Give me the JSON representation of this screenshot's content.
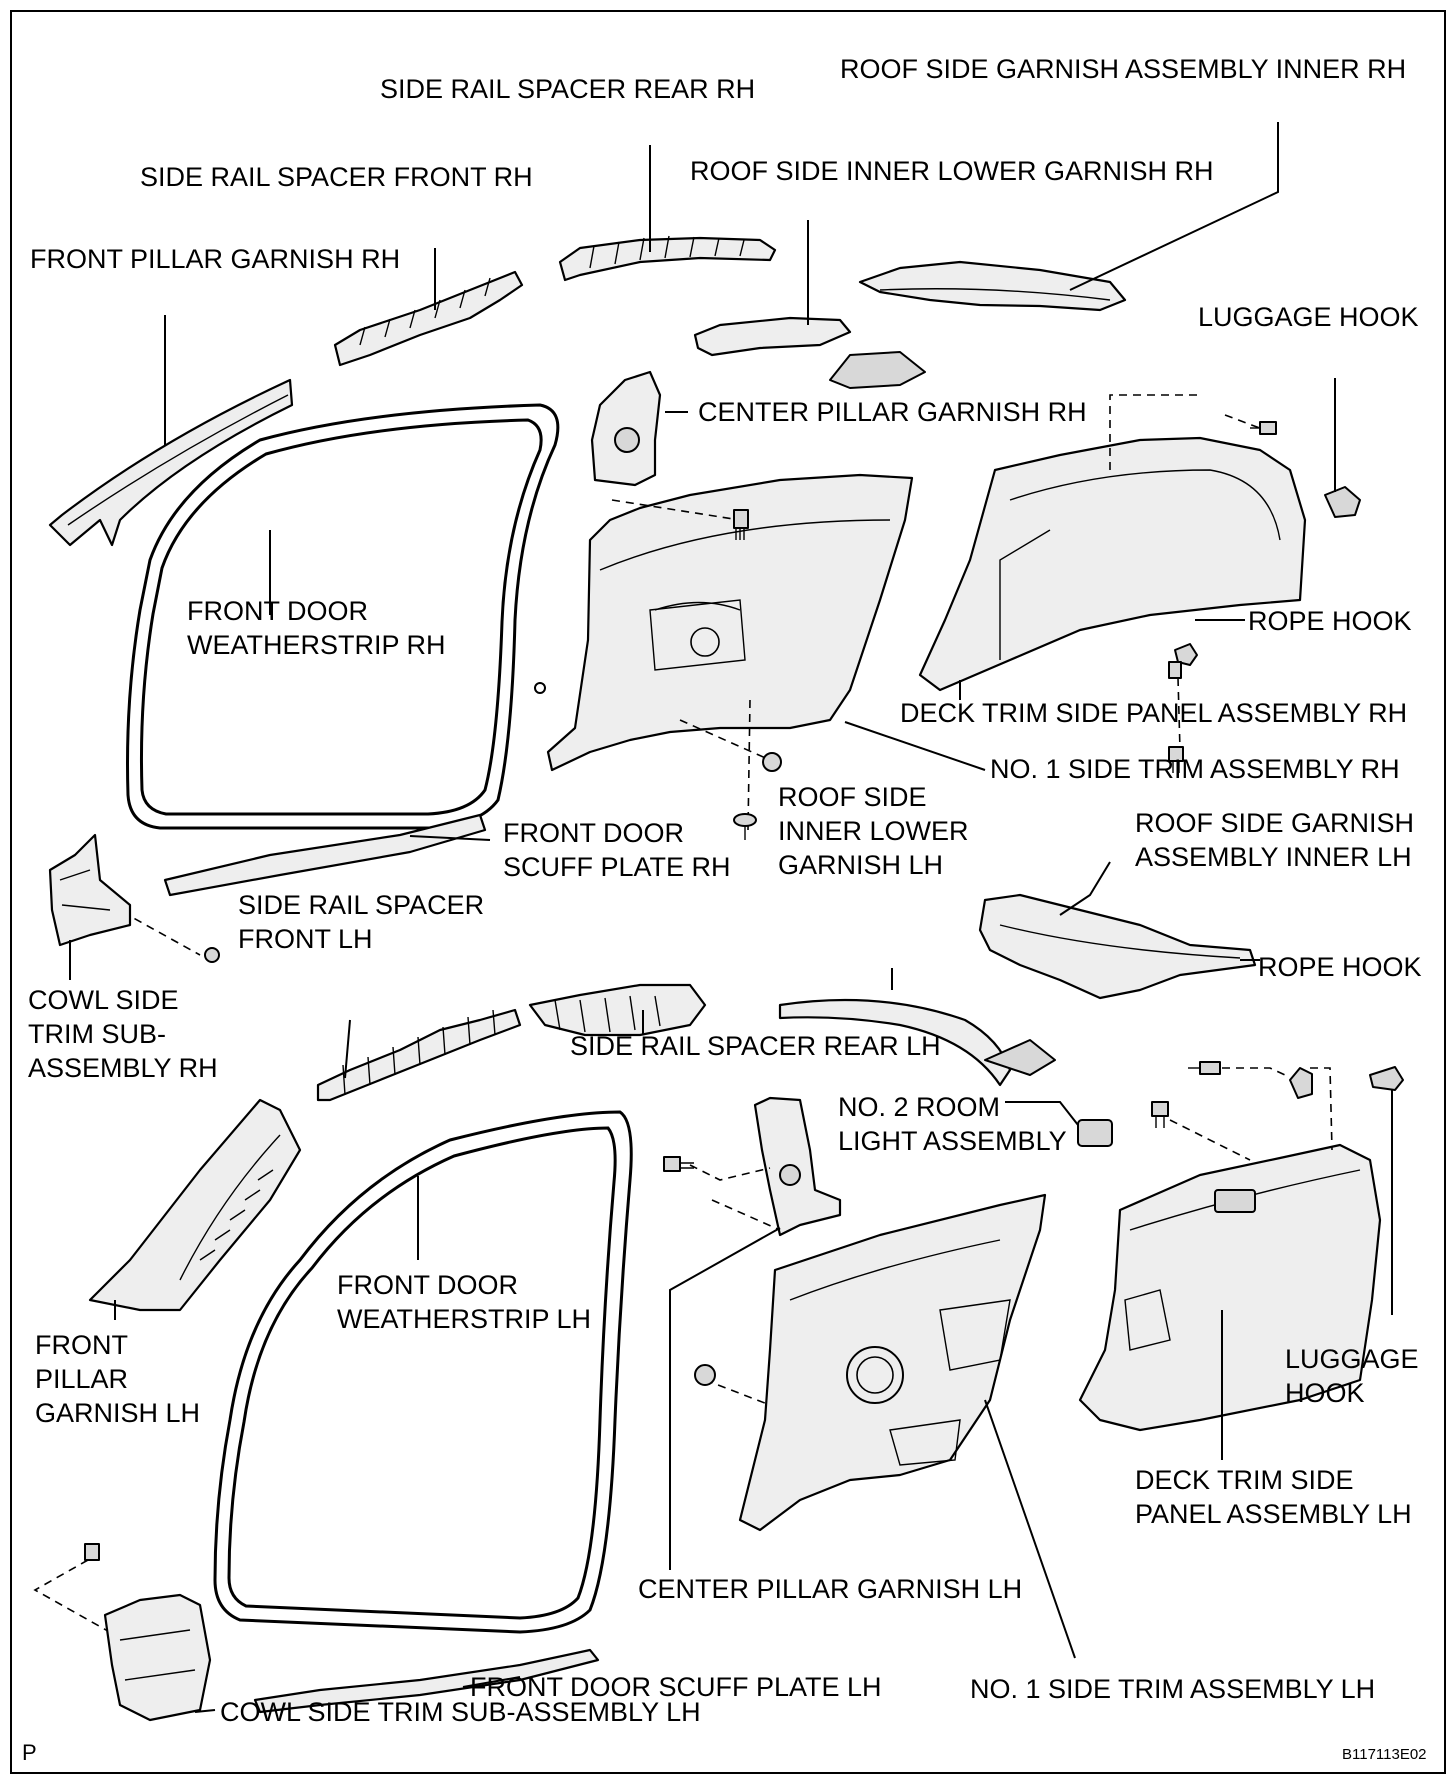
{
  "labels": {
    "side_rail_spacer_rear_rh": "SIDE RAIL SPACER REAR RH",
    "roof_side_garnish_assembly_inner_rh": "ROOF SIDE GARNISH ASSEMBLY INNER RH",
    "side_rail_spacer_front_rh": "SIDE RAIL SPACER FRONT RH",
    "roof_side_inner_lower_garnish_rh": "ROOF SIDE INNER LOWER GARNISH RH",
    "front_pillar_garnish_rh": "FRONT PILLAR GARNISH RH",
    "luggage_hook_rh": "LUGGAGE HOOK",
    "center_pillar_garnish_rh": "CENTER PILLAR GARNISH RH",
    "front_door_weatherstrip_rh": "FRONT DOOR\nWEATHERSTRIP RH",
    "rope_hook_rh": "ROPE HOOK",
    "deck_trim_side_panel_assembly_rh": "DECK TRIM SIDE PANEL ASSEMBLY RH",
    "no1_side_trim_assembly_rh": "NO. 1 SIDE TRIM ASSEMBLY RH",
    "roof_side_inner_lower_garnish_lh": "ROOF SIDE\nINNER LOWER\nGARNISH LH",
    "front_door_scuff_plate_rh": "FRONT DOOR\nSCUFF PLATE RH",
    "roof_side_garnish_assembly_inner_lh": "ROOF SIDE GARNISH\nASSEMBLY INNER LH",
    "side_rail_spacer_front_lh": "SIDE RAIL SPACER\nFRONT LH",
    "cowl_side_trim_sub_assembly_rh": "COWL SIDE\nTRIM SUB-\nASSEMBLY RH",
    "rope_hook_lh": "ROPE HOOK",
    "side_rail_spacer_rear_lh": "SIDE RAIL SPACER REAR LH",
    "no2_room_light_assembly": "NO. 2 ROOM\nLIGHT ASSEMBLY",
    "front_door_weatherstrip_lh": "FRONT DOOR\nWEATHERSTRIP LH",
    "front_pillar_garnish_lh": "FRONT\nPILLAR\nGARNISH LH",
    "luggage_hook_lh": "LUGGAGE\nHOOK",
    "deck_trim_side_panel_assembly_lh": "DECK TRIM SIDE\nPANEL ASSEMBLY LH",
    "center_pillar_garnish_lh": "CENTER PILLAR GARNISH LH",
    "front_door_scuff_plate_lh": "FRONT DOOR SCUFF PLATE LH",
    "no1_side_trim_assembly_lh": "NO. 1 SIDE TRIM ASSEMBLY LH",
    "cowl_side_trim_sub_assembly_lh": "COWL SIDE TRIM SUB-ASSEMBLY LH"
  },
  "corner": {
    "bottom_left": "P",
    "bottom_right": "B117113E02"
  }
}
